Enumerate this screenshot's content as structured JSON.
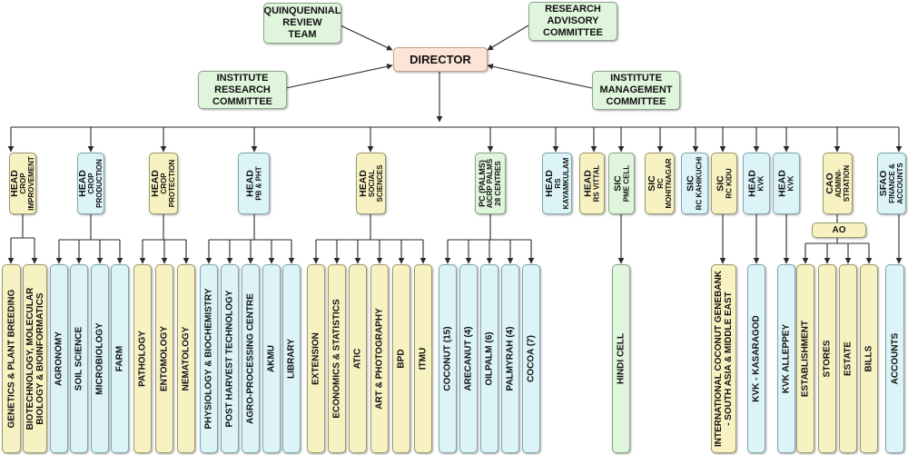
{
  "top": {
    "qrt": [
      "QUINQUENNIAL",
      "REVIEW",
      "TEAM"
    ],
    "rac": [
      "RESEARCH",
      "ADVISORY",
      "COMMITTEE"
    ],
    "director": "DIRECTOR",
    "irc": [
      "INSTITUTE",
      "RESEARCH",
      "COMMITTEE"
    ],
    "imc": [
      "INSTITUTE",
      "MANAGEMENT",
      "COMMITTEE"
    ]
  },
  "heads": {
    "crop_improvement": [
      "HEAD",
      "CROP",
      "IMPROVEMENT"
    ],
    "crop_production": [
      "HEAD",
      "CROP",
      "PRODUCTION"
    ],
    "crop_protection": [
      "HEAD",
      "CROP",
      "PROTECTION"
    ],
    "pb_pht": [
      "HEAD",
      "PB & PHT"
    ],
    "social_sciences": [
      "HEAD",
      "SOCIAL",
      "SCIENCES"
    ],
    "pc_palms": [
      "PC (PALMS)",
      "AICRP PALMS",
      "28 CENTRES"
    ],
    "rs_kayamkulam": [
      "HEAD",
      "RS",
      "KAYAMKULAM"
    ],
    "rs_vittal": [
      "HEAD",
      "RS VITTAL"
    ],
    "sic_pme": [
      "SIC",
      "PME CELL"
    ],
    "sic_mohitnagar": [
      "SIC",
      "RC",
      "MOHITNAGAR"
    ],
    "sic_kahikuchi": [
      "SIC",
      "RC KAHIKUCHI"
    ],
    "sic_kidu": [
      "SIC",
      "RC KIDU"
    ],
    "head_kvk1": [
      "HEAD",
      "KVK"
    ],
    "head_kvk2": [
      "HEAD",
      "KVK"
    ],
    "cao": [
      "CAO",
      "ADMINI-",
      "STRATION"
    ],
    "sfao": [
      "SFAO",
      "FINANCE &",
      "ACCOUNTS"
    ]
  },
  "ao": "AO",
  "leaves": {
    "genetics": "GENETICS & PLANT BREEDING",
    "biotech": [
      "BIOTECHNOLOGY, MOLECULAR",
      "BIOLOGY & BIOINFORMATICS"
    ],
    "agronomy": "AGRONOMY",
    "soil_science": "SOIL SCIENCE",
    "microbiology": "MICROBIOLOGY",
    "farm": "FARM",
    "pathology": "PATHOLOGY",
    "entomology": "ENTOMOLOGY",
    "nematology": "NEMATOLOGY",
    "physiology": "PHYSIOLOGY & BIOCHEMISTRY",
    "pht": "POST HARVEST TECHNOLOGY",
    "apc": "AGRO-PROCESSING CENTRE",
    "akmu": "AKMU",
    "library": "LIBRARY",
    "extension": "EXTENSION",
    "economics": "ECONOMICS & STATISTICS",
    "atic": "ATIC",
    "art": "ART & PHOTOGRAPHY",
    "bpd": "BPD",
    "itmu": "ITMU",
    "coconut": "COCONUT (15)",
    "arecanut": "ARECANUT (4)",
    "oilpalm": "OILPALM (6)",
    "palmyrah": "PALMYRAH (4)",
    "cocoa": "COCOA (7)",
    "hindi": "HINDI CELL",
    "genebank": [
      "INTERNATIONAL COCONUT GENEBANK",
      "- SOUTH ASIA & MIDDLE EAST"
    ],
    "kvk_kasaragod": "KVK - KASARAGOD",
    "kvk_alleppey": "KVK ALLEPPEY",
    "establishment": "ESTABLISHMENT",
    "stores": "STORES",
    "estate": "ESTATE",
    "bills": "BILLS",
    "accounts": "ACCOUNTS"
  },
  "colors": {
    "green": "#dff5dc",
    "peach": "#fde4d6",
    "yellow": "#f8f2c2",
    "cyan": "#dcf4f8",
    "line": "#2a2a2a"
  }
}
